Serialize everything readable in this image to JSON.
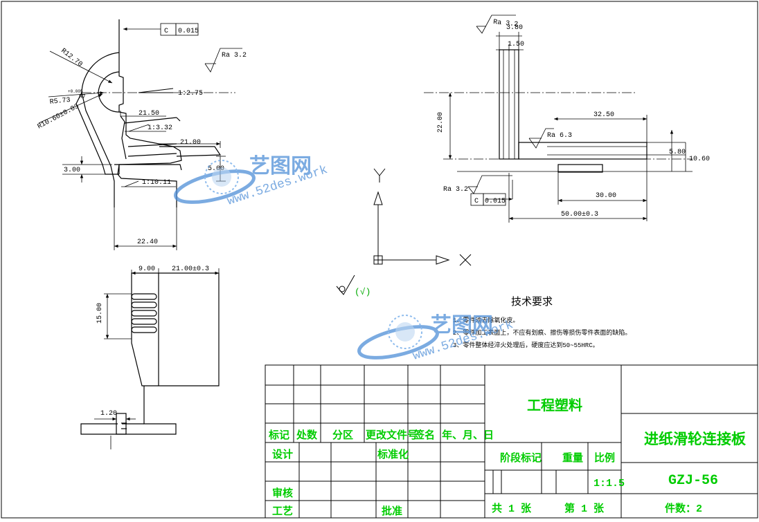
{
  "front_view": {
    "dim_c015_box": "C",
    "dim_c015_val": "0.015",
    "ra_top": "Ra 3.2",
    "r_outer": "R12.70",
    "r_inner": "R5.73",
    "r_inner_tol": "+0.005",
    "r_inner_fit": "H7",
    "r_small": "R10.60±0.03",
    "taper_1": "1:2.75",
    "dim_21_50": "21.50",
    "taper_2": "1:3.32",
    "dim_21_00": "21.00",
    "dim_3_00": "3.00",
    "dim_5_00": "5.00",
    "taper_3": "1:10.11",
    "dim_22_40": "22.40"
  },
  "side_view": {
    "ra_top": "Ra 3.2",
    "dim_3_80": "3.80",
    "dim_1_50": "1.50",
    "dim_22_00": "22.00",
    "dim_32_50": "32.50",
    "ra_mid": "Ra 6.3",
    "dim_5_80": "5.80",
    "dim_10_60": "10.60",
    "ra_bottom": "Ra 3.2",
    "dim_c015_box": "C",
    "dim_c015_val": "0.015",
    "dim_30_00": "30.00",
    "dim_50_00": "50.00±0.3"
  },
  "bottom_view": {
    "dim_9_00": "9.00",
    "dim_21_00": "21.00±0.3",
    "dim_15_00": "15.00",
    "dim_1_20": "1.20"
  },
  "axes": {
    "y_label": "Y",
    "x_label": "X"
  },
  "roughness_note": "(√)",
  "watermark": {
    "brand": "艺图网",
    "url": "www.52des.work"
  },
  "tech_requirements": {
    "title": "技术要求",
    "items": [
      "1、零件须去除氧化皮。",
      "2、零件加工表面上，不应有划痕、擦伤等损伤零件表面的缺陷。",
      "3、零件整体经淬火处理后，硬度应达到50~55HRC。"
    ]
  },
  "title_block": {
    "material": "工程塑料",
    "part_name": "进纸滑轮连接板",
    "drawing_no": "GZJ-56",
    "quantity": "件数：2",
    "labels": {
      "mark": "标记",
      "count": "处数",
      "zone": "分区",
      "change_doc": "更改文件号",
      "sign": "签名",
      "date": "年、月、日",
      "design": "设计",
      "standard": "标准化",
      "check": "审核",
      "process": "工艺",
      "approve": "批准",
      "stage": "阶段标记",
      "weight": "重量",
      "scale": "比例"
    },
    "scale_value": "1:1.5",
    "sheets_total": "共 1 张",
    "sheet_no": "第 1 张"
  },
  "colors": {
    "line": "#000000",
    "title_text": "#00cc00",
    "watermark": "#4f8fd8"
  }
}
